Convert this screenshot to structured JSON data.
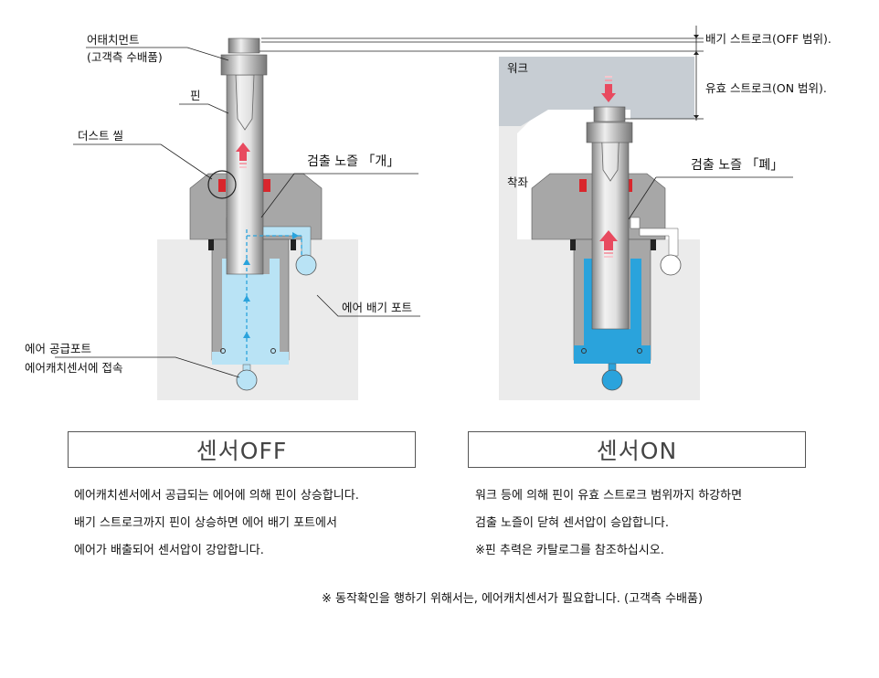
{
  "left_labels": {
    "adjustment": "어태치먼트",
    "adjustment_sub": "(고객측 수배품)",
    "pin": "핀",
    "dust_seal": "더스트 씰",
    "nozzle_open": "검출 노즐 「개」",
    "air_exhaust_port": "에어 배기 포트",
    "air_supply_port": "에어 공급포트",
    "air_supply_port_sub": "에어캐치센서에 접속"
  },
  "right_labels": {
    "exhaust_stroke": "배기 스트로크(OFF 범위).",
    "effective_stroke": "유효 스트로크(ON 범위).",
    "work": "워크",
    "seat": "착좌",
    "nozzle_closed": "검출 노즐 「폐」"
  },
  "sensor_off": {
    "title": "센서OFF",
    "desc": [
      "에어캐치센서에서 공급되는 에어에 의해 핀이 상승합니다.",
      "배기 스트로크까지 핀이 상승하면 에어 배기 포트에서",
      "에어가 배출되어 센서압이 강압합니다."
    ]
  },
  "sensor_on": {
    "title": "센서ON",
    "desc": [
      "워크 등에 의해 핀이 유효 스트로크 범위까지 하강하면",
      "검출 노즐이 닫혀 센서압이 승압합니다.",
      "※핀 추력은 카탈로그를 참조하십시오."
    ]
  },
  "footnote": "※ 동작확인을 행하기 위해서는, 에어캐치센서가 필요합니다. (고객측 수배품)",
  "colors": {
    "body_gray": "#a0a0a0",
    "light_gray": "#ebebeb",
    "air_light": "#b9e3f5",
    "air_dark": "#2aa3dc",
    "seal_red": "#d9262c",
    "arrow_pink": "#e84a5f"
  }
}
